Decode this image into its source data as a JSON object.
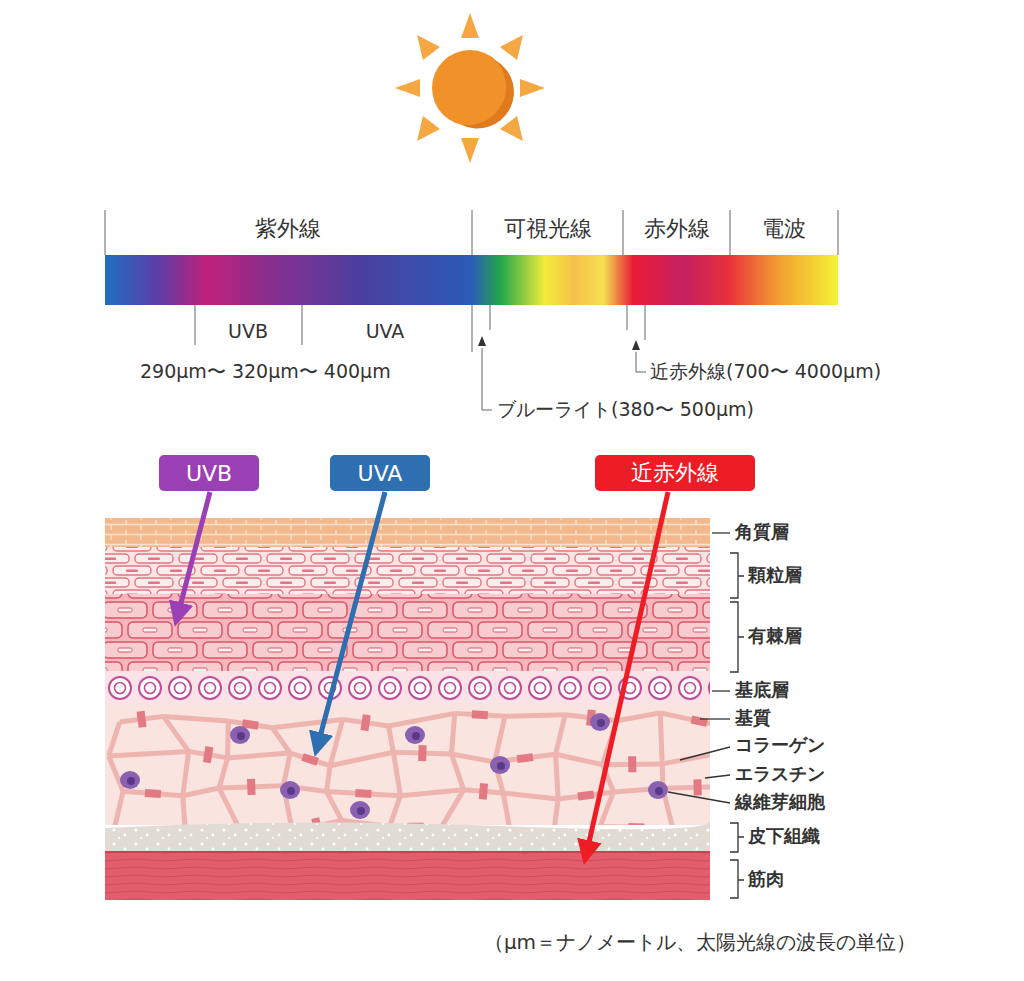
{
  "diagram": {
    "caption": "（μm＝ナノメートル、太陽光線の波長の単位）",
    "nodes": [
      {
        "text": [
          "UVB"
        ]
      },
      {
        "text": [
          "UVA"
        ]
      },
      {
        "text": [
          "近赤外線"
        ]
      }
    ],
    "labels": [
      "紫外線",
      "可視光線",
      "赤外線",
      "電波",
      "UVB",
      "UVA",
      "290μm〜 320μm〜 400μm",
      "近赤外線(700〜 4000μm)",
      "ブルーライト(380〜 500μm)",
      "角質層",
      "顆粒層",
      "有棘層",
      "基底層",
      "基質",
      "コラーゲン",
      "エラスチン",
      "線維芽細胞",
      "皮下組織",
      "筋肉"
    ]
  }
}
